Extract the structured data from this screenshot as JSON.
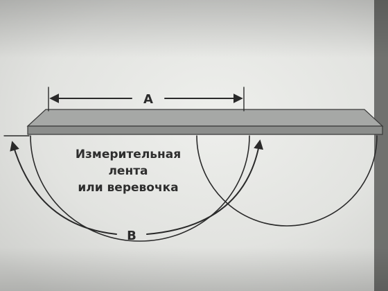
{
  "diagram": {
    "dimension_a": "A",
    "dimension_b": "B",
    "tape_label": {
      "line1": "Измерительная",
      "line2": "лента",
      "line3": "или веревочка"
    }
  },
  "colors": {
    "background": "#6f7170",
    "paper_light": "#e9eae7",
    "board_top": "#a3a5a3",
    "board_bottom": "#898b89",
    "ink": "#2a2a2a"
  }
}
